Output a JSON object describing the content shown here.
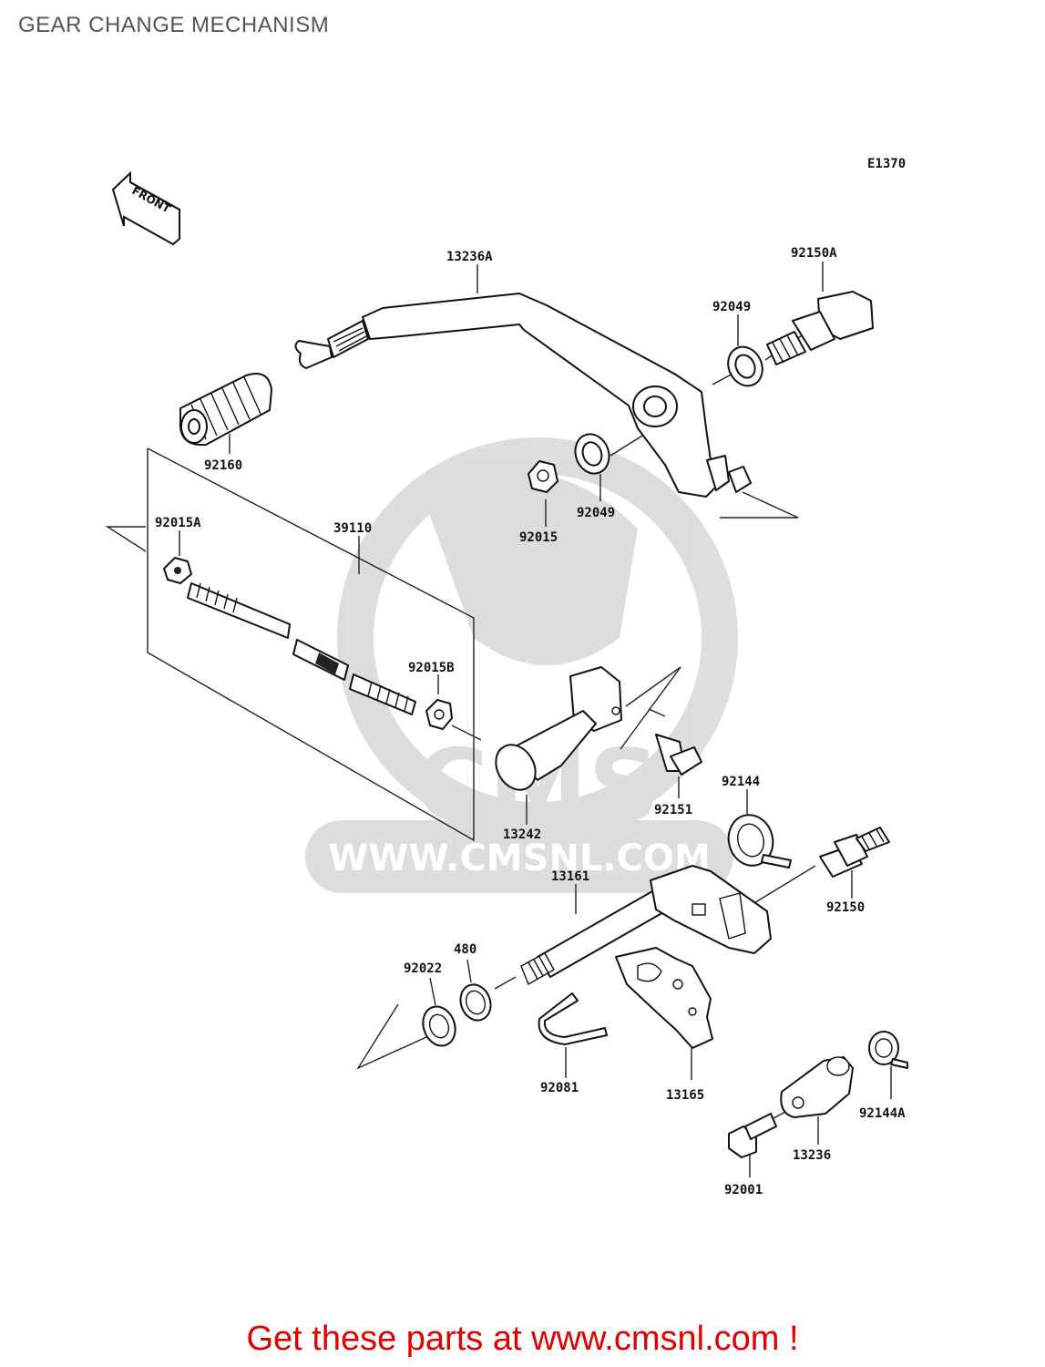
{
  "title": "GEAR CHANGE MECHANISM",
  "diagram_code": "E1370",
  "front_label": "FRONT",
  "watermark": {
    "logo_text": "CMS",
    "url": "WWW.CMSNL.COM"
  },
  "parts": [
    {
      "id": "13236A"
    },
    {
      "id": "92150A"
    },
    {
      "id": "92049"
    },
    {
      "id": "92160"
    },
    {
      "id": "92015"
    },
    {
      "id": "92049"
    },
    {
      "id": "92015A"
    },
    {
      "id": "39110"
    },
    {
      "id": "92015B"
    },
    {
      "id": "13242"
    },
    {
      "id": "92151"
    },
    {
      "id": "92144"
    },
    {
      "id": "92150"
    },
    {
      "id": "13161"
    },
    {
      "id": "480"
    },
    {
      "id": "92022"
    },
    {
      "id": "92081"
    },
    {
      "id": "13165"
    },
    {
      "id": "92144A"
    },
    {
      "id": "13236"
    },
    {
      "id": "92001"
    }
  ],
  "footer": {
    "cta_text": "Get these parts at www.cmsnl.com !"
  }
}
